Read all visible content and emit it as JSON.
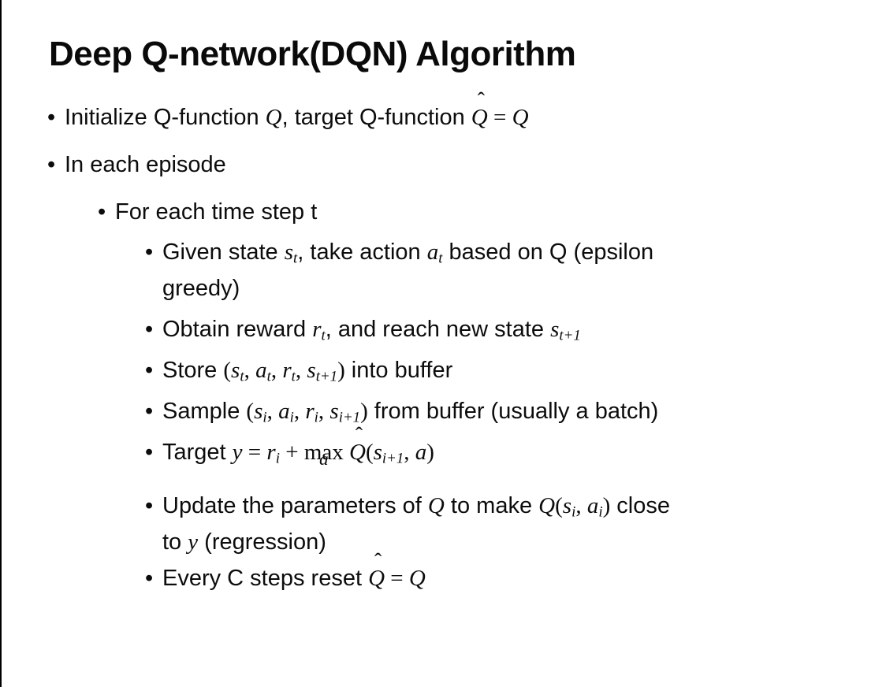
{
  "slide": {
    "title": "Deep Q-network(DQN) Algorithm",
    "bullet_char": "•",
    "bullets": [
      {
        "name": "initialize",
        "level": 1,
        "segments": [
          {
            "t": "Initialize Q-function "
          },
          {
            "v": "Q"
          },
          {
            "t": ", target Q-function "
          },
          {
            "v": "Q",
            "hat": true
          },
          {
            "m": " = "
          },
          {
            "v": "Q"
          }
        ]
      },
      {
        "name": "episode",
        "level": 1,
        "segments": [
          {
            "t": "In each episode"
          }
        ]
      },
      {
        "name": "timestep",
        "level": 2,
        "segments": [
          {
            "t": "For each time step t"
          }
        ]
      },
      {
        "name": "given-state",
        "level": 3,
        "segments": [
          {
            "t": "Given state "
          },
          {
            "v": "s",
            "sub": "t"
          },
          {
            "t": ", take action "
          },
          {
            "v": "a",
            "sub": "t"
          },
          {
            "t": " based on Q (epsilon"
          },
          {
            "br": true
          },
          {
            "t": "greedy)"
          }
        ]
      },
      {
        "name": "obtain-reward",
        "level": 3,
        "segments": [
          {
            "t": "Obtain reward "
          },
          {
            "v": "r",
            "sub": "t"
          },
          {
            "t": ", and reach new state "
          },
          {
            "v": "s",
            "sub": "t+1"
          }
        ]
      },
      {
        "name": "store-buffer",
        "level": 3,
        "segments": [
          {
            "t": "Store "
          },
          {
            "m": "("
          },
          {
            "v": "s",
            "sub": "t"
          },
          {
            "m": ", "
          },
          {
            "v": "a",
            "sub": "t"
          },
          {
            "m": ", "
          },
          {
            "v": "r",
            "sub": "t"
          },
          {
            "m": ", "
          },
          {
            "v": "s",
            "sub": "t+1"
          },
          {
            "m": ")"
          },
          {
            "t": " into buffer"
          }
        ]
      },
      {
        "name": "sample-buffer",
        "level": 3,
        "segments": [
          {
            "t": "Sample "
          },
          {
            "m": "("
          },
          {
            "v": "s",
            "sub": "i"
          },
          {
            "m": ", "
          },
          {
            "v": "a",
            "sub": "i"
          },
          {
            "m": ", "
          },
          {
            "v": "r",
            "sub": "i"
          },
          {
            "m": ", "
          },
          {
            "v": "s",
            "sub": "i+1"
          },
          {
            "m": ")"
          },
          {
            "t": " from buffer (usually a batch)"
          }
        ]
      },
      {
        "name": "target",
        "level": 3,
        "segments": [
          {
            "t": "Target "
          },
          {
            "v": "y"
          },
          {
            "m": " = "
          },
          {
            "v": "r",
            "sub": "i"
          },
          {
            "m": " + "
          },
          {
            "stack": {
              "top": "max",
              "bottom": "a"
            }
          },
          {
            "m": " "
          },
          {
            "v": "Q",
            "hat": true
          },
          {
            "m": "("
          },
          {
            "v": "s",
            "sub": "i+1"
          },
          {
            "m": ", "
          },
          {
            "v": "a"
          },
          {
            "m": ")"
          }
        ]
      },
      {
        "name": "update-parameters",
        "level": 3,
        "segments": [
          {
            "t": "Update the parameters of "
          },
          {
            "v": "Q"
          },
          {
            "t": " to make "
          },
          {
            "v": "Q"
          },
          {
            "m": "("
          },
          {
            "v": "s",
            "sub": "i"
          },
          {
            "m": ", "
          },
          {
            "v": "a",
            "sub": "i"
          },
          {
            "m": ")"
          },
          {
            "t": " close"
          },
          {
            "br": true
          },
          {
            "t": "to "
          },
          {
            "v": "y"
          },
          {
            "t": " (regression)"
          }
        ]
      },
      {
        "name": "reset-target",
        "level": 3,
        "segments": [
          {
            "t": "Every C steps reset "
          },
          {
            "v": "Q",
            "hat": true
          },
          {
            "m": " = "
          },
          {
            "v": "Q"
          }
        ]
      }
    ]
  }
}
